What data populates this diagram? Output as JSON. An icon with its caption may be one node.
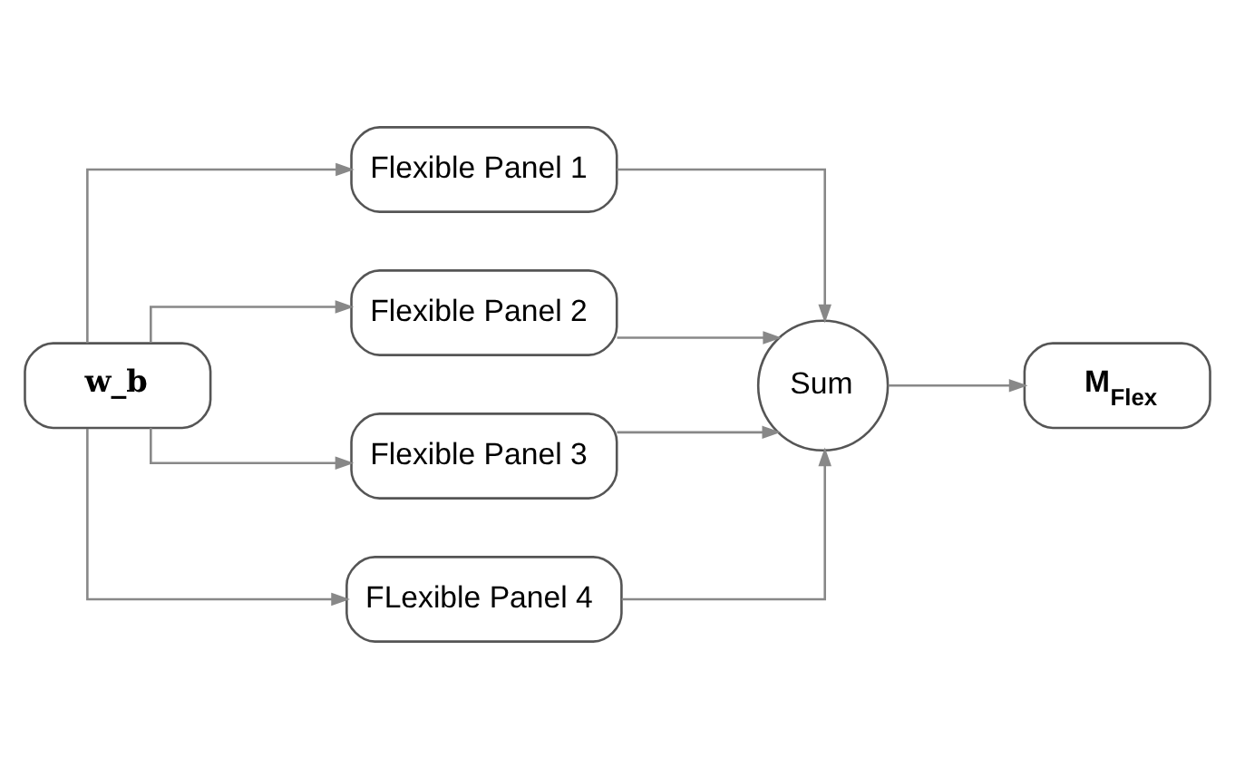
{
  "diagram": {
    "nodes": [
      {
        "text": [
          "w_b"
        ]
      },
      {
        "text": [
          "Flexible Panel 1"
        ]
      },
      {
        "text": [
          "Flexible Panel 2"
        ]
      },
      {
        "text": [
          "Flexible Panel 3"
        ]
      },
      {
        "text": [
          "FLexible Panel 4"
        ]
      },
      {
        "text": [
          "Sum"
        ]
      },
      {
        "text": [
          "M$_{Flex}$"
        ]
      }
    ],
    "edges": [
      {
        "from": 0,
        "to": 1,
        "arrow": "to"
      },
      {
        "from": 0,
        "to": 2,
        "arrow": "to"
      },
      {
        "from": 0,
        "to": 3,
        "arrow": "to"
      },
      {
        "from": 0,
        "to": 4,
        "arrow": "to"
      },
      {
        "from": 1,
        "to": 5,
        "arrow": "to"
      },
      {
        "from": 2,
        "to": 5,
        "arrow": "to"
      },
      {
        "from": 3,
        "to": 5,
        "arrow": "to"
      },
      {
        "from": 4,
        "to": 5,
        "arrow": "to"
      },
      {
        "from": 5,
        "to": 6,
        "arrow": "to"
      }
    ]
  }
}
